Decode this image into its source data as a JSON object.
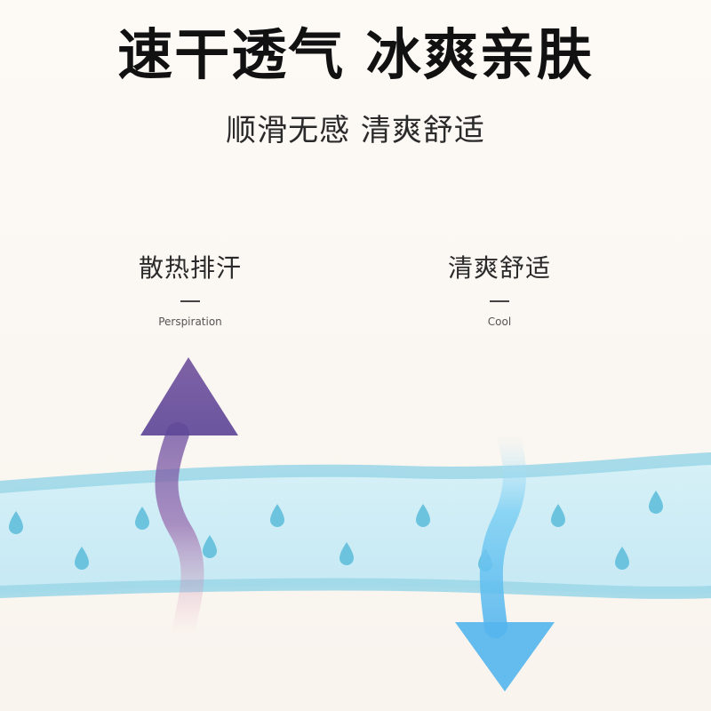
{
  "headline": "速干透气 冰爽亲肤",
  "subline": "顺滑无感 清爽舒适",
  "left_label": {
    "cn": "散热排汗",
    "en": "Perspiration"
  },
  "right_label": {
    "cn": "清爽舒适",
    "en": "Cool"
  },
  "icons": {
    "up_arrow": "up-arrow-icon",
    "down_arrow": "down-arrow-icon",
    "droplet": "water-drop-icon"
  },
  "colors": {
    "fabric_band": "#b9e3ef",
    "fabric_edge": "#8fd0e2",
    "drop": "#6fc4df",
    "up_arrow_top": "#6b4fa0",
    "up_arrow_bottom": "#f0a6b8",
    "down_arrow": "#5ab8ee"
  }
}
